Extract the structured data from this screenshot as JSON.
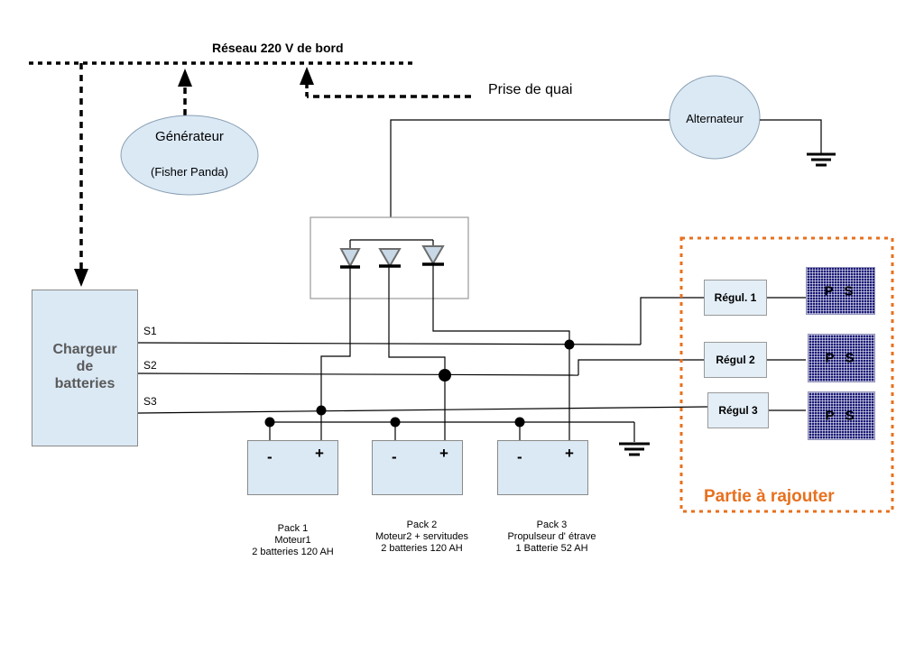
{
  "network": {
    "label": "Réseau 220 V de bord"
  },
  "shore": {
    "label": "Prise de quai"
  },
  "generator": {
    "name": "Générateur",
    "model": "(Fisher Panda)"
  },
  "alternator": {
    "name": "Alternateur"
  },
  "charger": {
    "label_line1": "Chargeur",
    "label_line2": "de",
    "label_line3": "batteries",
    "outputs": [
      "S1",
      "S2",
      "S3"
    ]
  },
  "packs": [
    {
      "title": "Pack 1",
      "line2": "Moteur1",
      "line3": "2 batteries 120 AH",
      "minus": "-",
      "plus": "+"
    },
    {
      "title": "Pack 2",
      "line2": "Moteur2 + servitudes",
      "line3": "2 batteries 120 AH",
      "minus": "-",
      "plus": "+"
    },
    {
      "title": "Pack 3",
      "line2": "Propulseur d' étrave",
      "line3": "1 Batterie 52 AH",
      "minus": "-",
      "plus": "+"
    }
  ],
  "regulators": [
    "Régul. 1",
    "Régul 2",
    "Régul 3"
  ],
  "solar_panels": [
    "P S",
    "P S",
    "P S"
  ],
  "addon": {
    "label": "Partie à rajouter",
    "color": "#e8701e"
  },
  "colors": {
    "box_fill": "#dbe9f5",
    "line": "#000000",
    "panel": "#1a1a78",
    "addon": "#e8701e"
  }
}
